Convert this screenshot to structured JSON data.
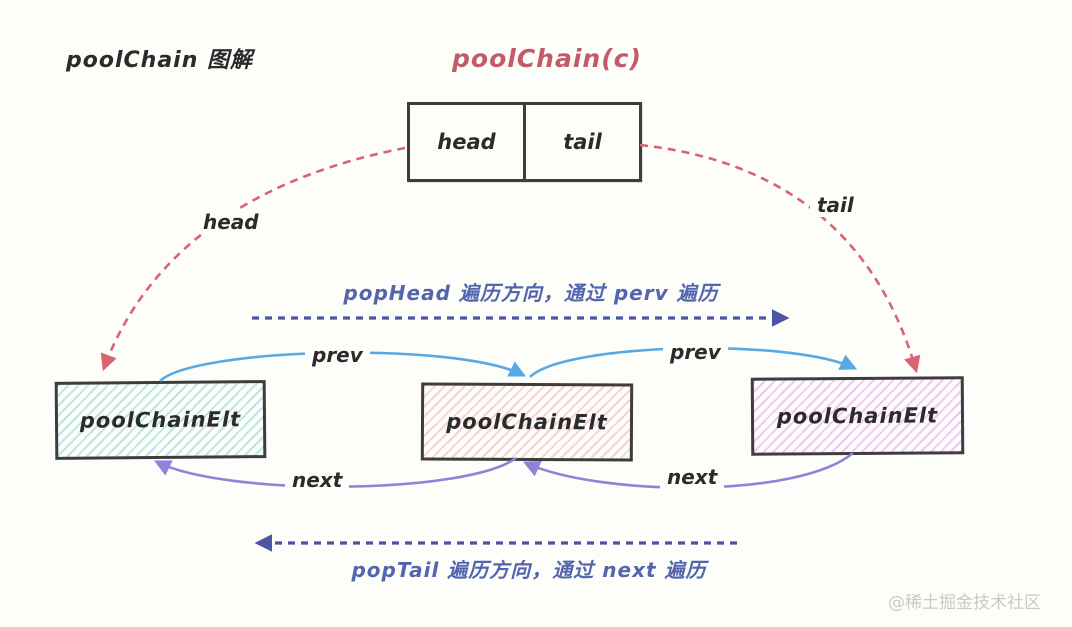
{
  "page_title": "poolChain 图解",
  "diagram_title": "poolChain(c)",
  "chain_box": {
    "cells": [
      {
        "label": "head"
      },
      {
        "label": "tail"
      }
    ]
  },
  "edges": {
    "head_label": "head",
    "tail_label": "tail",
    "prev_label_1": "prev",
    "prev_label_2": "prev",
    "next_label_1": "next",
    "next_label_2": "next"
  },
  "nodes": [
    {
      "label": "poolChainElt",
      "fill": "#e6f5f1"
    },
    {
      "label": "poolChainElt",
      "fill": "#f9e9e9"
    },
    {
      "label": "poolChainElt",
      "fill": "#f3e3f3"
    }
  ],
  "annotations": {
    "pop_head": "popHead 遍历方向，通过 perv 遍历",
    "pop_tail": "popTail 遍历方向，通过 next 遍历"
  },
  "watermark": "@稀土掘金技术社区",
  "colors": {
    "diagram_title_red": "#c25a68",
    "pointer_arc_red": "#d8646f",
    "prev_arc_blue": "#58a8e3",
    "next_arc_purple": "#8f82d8",
    "direction_dash_indigo": "#4a55a5",
    "annotation_text_blue": "#5265ae",
    "node_border_dark": "#3d3d3d",
    "watermark_gray": "#c9c9c9"
  }
}
